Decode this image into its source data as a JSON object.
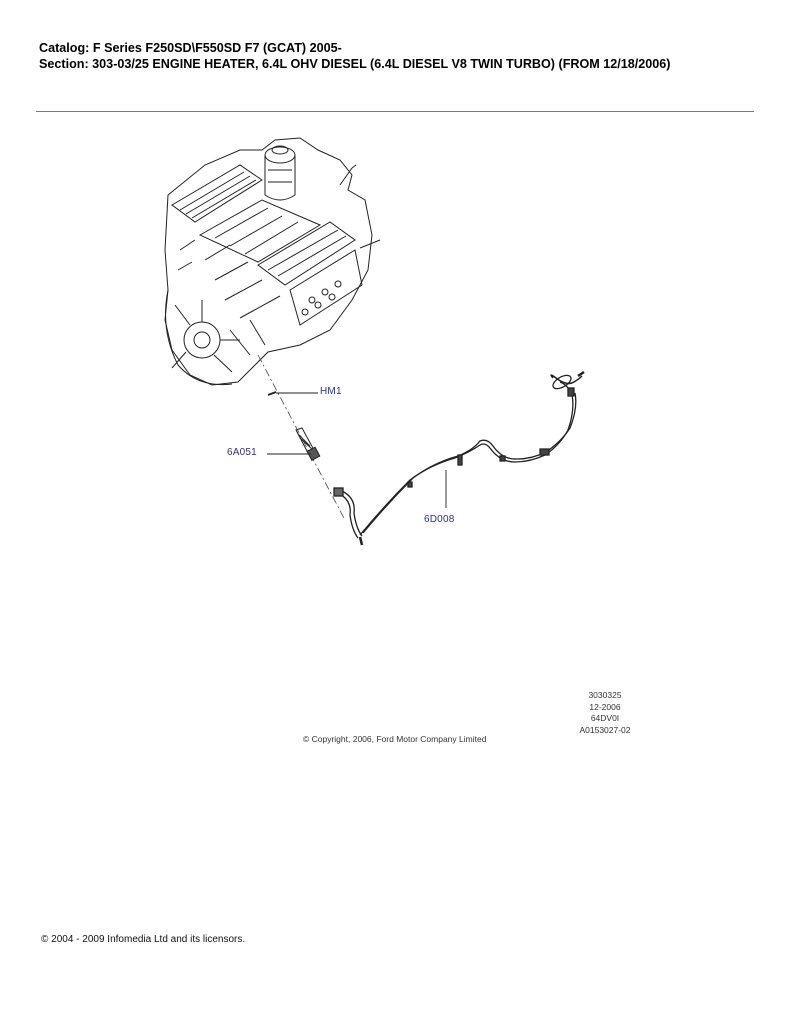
{
  "header": {
    "catalog_line": "Catalog: F Series F250SD\\F550SD F7 (GCAT) 2005-",
    "section_line": "Section: 303-03/25  ENGINE HEATER, 6.4L OHV DIESEL (6.4L DIESEL V8 TWIN TURBO) (FROM 12/18/2006)"
  },
  "diagram": {
    "subject": "engine-block-heater-assembly",
    "callouts": [
      {
        "id": "hm1",
        "label": "HM1"
      },
      {
        "id": "6a051",
        "label": "6A051"
      },
      {
        "id": "6d008",
        "label": "6D008"
      }
    ],
    "callout_color": "#2e2f8f",
    "reference_block": {
      "line1": "3030325",
      "line2": "12-2006",
      "line3": "64DV0I",
      "line4": "A0153027-02"
    },
    "copyright": "© Copyright, 2006, Ford Motor Company Limited"
  },
  "footer": {
    "copyright": "© 2004 - 2009 Infomedia Ltd and its licensors."
  }
}
